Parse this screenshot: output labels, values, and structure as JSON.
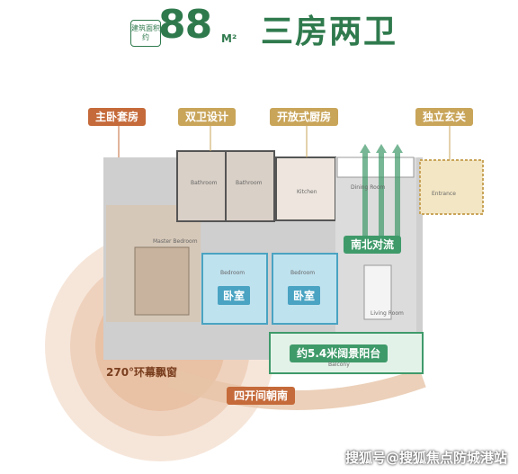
{
  "header": {
    "area_tag": "建筑面积约",
    "area_value": "88",
    "area_unit": "M²",
    "title": "三房两卫"
  },
  "callouts": {
    "master_suite": "主卧套房",
    "dual_bath": "双卫设计",
    "open_kitchen": "开放式厨房",
    "independent_foyer": "独立玄关",
    "north_south_flow": "南北对流",
    "balcony": "约5.4米阔景阳台",
    "bay_window": "270°环幕飘窗",
    "four_rooms_south": "四开间朝南"
  },
  "rooms": {
    "bedroom_1": "卧室",
    "bedroom_2": "卧室",
    "bathroom_a": "Bathroom",
    "bathroom_b": "Bathroom",
    "kitchen": "Kitchen",
    "dining": "Dining Room",
    "entrance": "Entrance",
    "master": "Master Bedroom",
    "bedroom_en_1": "Bedroom",
    "bedroom_en_2": "Bedroom",
    "living": "Living Room",
    "balcony_en": "Balcony"
  },
  "watermark": "搜狐号@搜狐焦点防城港站",
  "colors": {
    "brand_green": "#2f7a4d",
    "brown": "#c56a3a",
    "gold": "#c9a55a",
    "green_label": "#3f9a6a",
    "blue": "#4aa3c2"
  }
}
